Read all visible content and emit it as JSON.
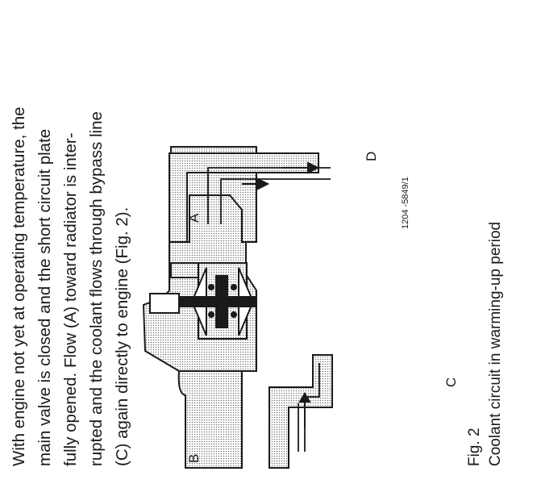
{
  "description_lines": [
    "With engine not yet at operating temperature, the",
    "main valve is closed and  the short circuit plate",
    "fully opened. Flow (A) toward radiator is inter-",
    "rupted and the coolant flows through bypass line",
    "(C) again directly to engine (Fig. 2)."
  ],
  "diagram": {
    "labels": {
      "a": "A",
      "b": "B",
      "c": "C",
      "d": "D"
    },
    "code": "1204 -5849/1"
  },
  "figure": {
    "number": "Fig. 2",
    "caption": "Coolant circuit in warming-up period"
  }
}
